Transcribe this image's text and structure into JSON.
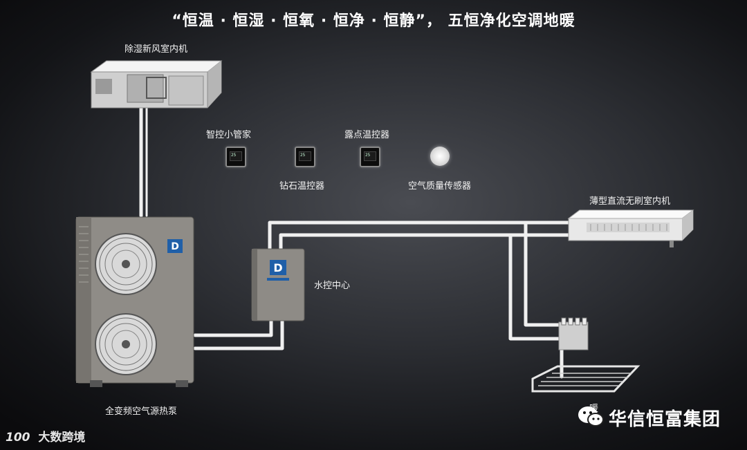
{
  "title": "“恒温 · 恒湿 · 恒氧 · 恒净 · 恒静”， 五恒净化空调地暖",
  "labels": {
    "fresh_air_unit": "除湿新风室内机",
    "smart_butler": "智控小管家",
    "dew_point_thermostat": "露点温控器",
    "diamond_thermostat": "钻石温控器",
    "air_quality_sensor": "空气质量传感器",
    "thin_dc_indoor_unit": "薄型直流无刷室内机",
    "water_control_center": "水控中心",
    "heat_pump": "全变频空气源热泵",
    "floor_heating": "暖"
  },
  "display_digits": "25",
  "watermark_left": {
    "logo": "100",
    "text": "大数跨境"
  },
  "watermark_right": {
    "text": "华信恒富集团"
  }
}
